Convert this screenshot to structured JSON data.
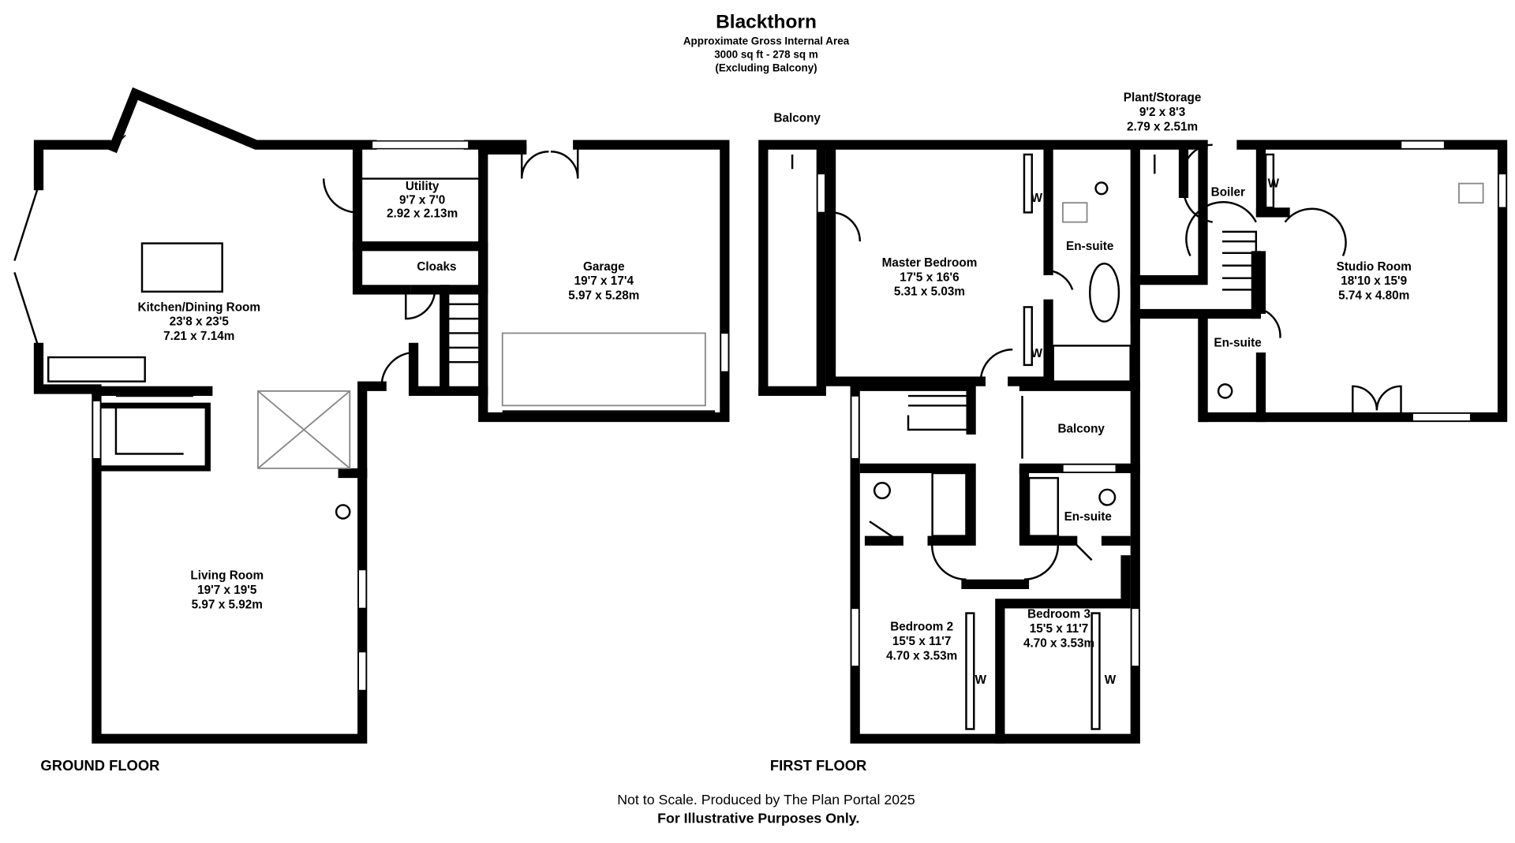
{
  "header": {
    "title": "Blackthorn",
    "subtitle": "Approximate Gross Internal Area",
    "area": "3000 sq ft - 278 sq m",
    "note": "(Excluding Balcony)"
  },
  "ground_floor": {
    "label": "GROUND FLOOR",
    "rooms": [
      {
        "name": "Kitchen/Dining Room",
        "imperial": "23'8 x 23'5",
        "metric": "7.21 x 7.14m"
      },
      {
        "name": "Utility",
        "imperial": "9'7 x 7'0",
        "metric": "2.92 x 2.13m"
      },
      {
        "name": "Cloaks"
      },
      {
        "name": "Garage",
        "imperial": "19'7 x 17'4",
        "metric": "5.97 x 5.28m"
      },
      {
        "name": "Living Room",
        "imperial": "19'7 x 19'5",
        "metric": "5.97 x 5.92m"
      }
    ]
  },
  "first_floor": {
    "label": "FIRST FLOOR",
    "rooms": [
      {
        "name": "Balcony"
      },
      {
        "name": "Master Bedroom",
        "imperial": "17'5 x 16'6",
        "metric": "5.31 x 5.03m"
      },
      {
        "name": "En-suite"
      },
      {
        "name": "Plant/Storage",
        "imperial": "9'2 x 8'3",
        "metric": "2.79 x 2.51m"
      },
      {
        "name": "Boiler"
      },
      {
        "name": "Studio Room",
        "imperial": "18'10 x 15'9",
        "metric": "5.74 x 4.80m"
      },
      {
        "name": "En-suite"
      },
      {
        "name": "Balcony"
      },
      {
        "name": "En-suite"
      },
      {
        "name": "Bedroom 2",
        "imperial": "15'5 x 11'7",
        "metric": "4.70 x 3.53m"
      },
      {
        "name": "Bedroom 3",
        "imperial": "15'5 x 11'7",
        "metric": "4.70 x 3.53m"
      }
    ],
    "wardrobe_label": "W"
  },
  "footer": {
    "credit": "Not to Scale. Produced by The Plan Portal 2025",
    "disclaimer": "For Illustrative Purposes Only."
  }
}
